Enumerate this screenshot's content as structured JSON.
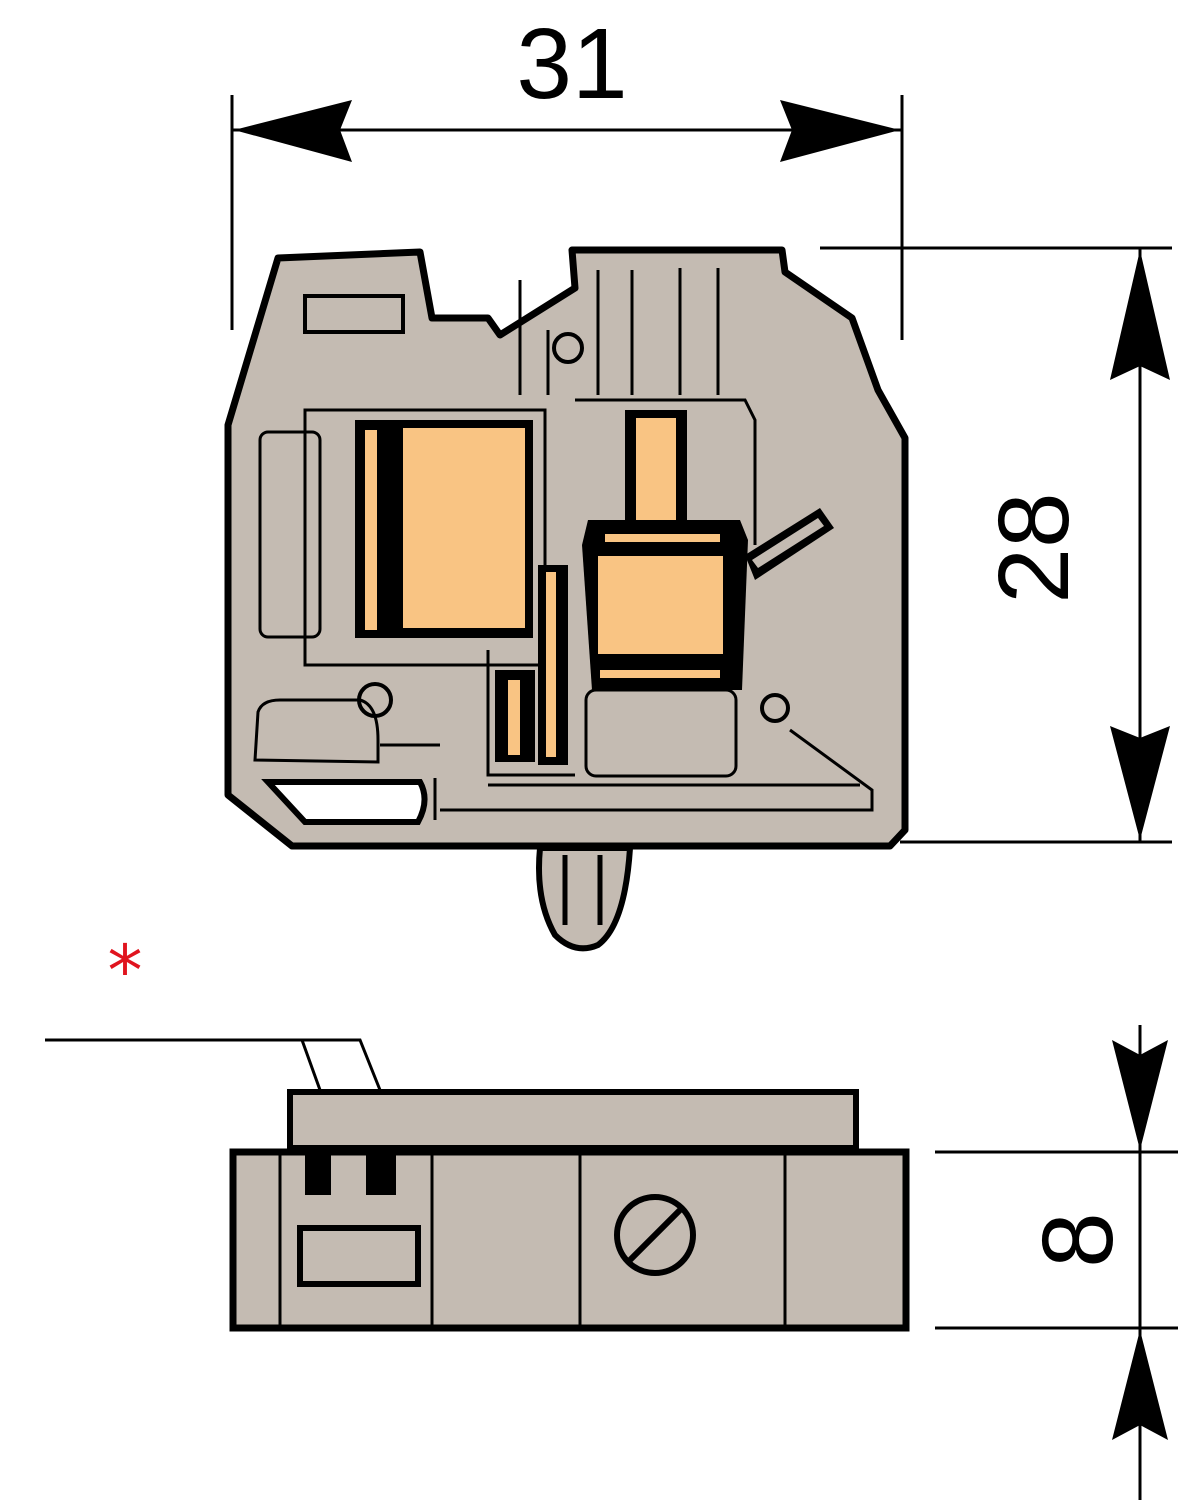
{
  "dimensions": {
    "width": "31",
    "height": "28",
    "depth": "8"
  },
  "annotation": {
    "marker": "*"
  },
  "colors": {
    "body": "#c4bbb2",
    "metal": "#f9c483",
    "outline": "#000000",
    "marker": "#e0141e"
  }
}
